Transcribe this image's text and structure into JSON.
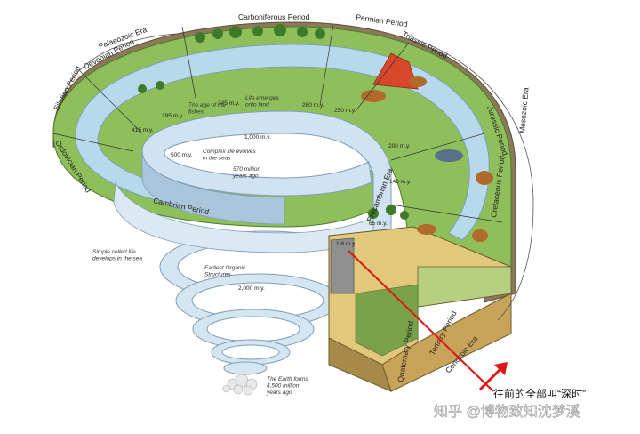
{
  "periods": {
    "carboniferous": "Carboniferous Period",
    "permian": "Permian Period",
    "triassic": "Triassic Period",
    "jurassic": "Jurassic Period",
    "cretaceous": "Cretaceous Period",
    "tertiary": "Tertiary Period",
    "quaternary": "Quaternary Period",
    "devonian": "Devonian Period",
    "silurian": "Silurian Period",
    "ordovician": "Ordovician Period",
    "cambrian": "Cambrian Period",
    "precambrian": "Precambrian Era"
  },
  "eras": {
    "palaeozoic": "Palaeozoic Era",
    "mesozoic": "Mesozoic Era",
    "cenozoic": "Cenozoic Era"
  },
  "ages": {
    "m345": "345 m.y.",
    "m280": "280 m.y.",
    "m250": "250 m.y.",
    "m395": "395 m.y.",
    "m415": "415 m.y.",
    "m500": "500 m.y.",
    "m1000": "1,000 m.y.",
    "m200": "200 m.y.",
    "m140": "140 m.y.",
    "m65": "65 m.y.",
    "m18": "1.8 m.y.",
    "m2000": "2,000 m.y."
  },
  "notes": {
    "fishes": "The age of the fishes",
    "land": "Life emerges onto land",
    "complex": "Complex life evolves in the seas",
    "m570": "570 million years ago",
    "simple": "Simple celled life develops in the sea",
    "organic": "Earliest Organic Structures",
    "earth": "The Earth forms 4,500 million years ago"
  },
  "caption": "往前的全部叫“深时”",
  "watermark": "知乎 @博物致知沈梦溪",
  "colors": {
    "water": "#b8d8ec",
    "land": "#8fbf5a",
    "ribbon": "#cfe3f2",
    "arrow": "#e11414",
    "volcano": "#d9472b"
  }
}
